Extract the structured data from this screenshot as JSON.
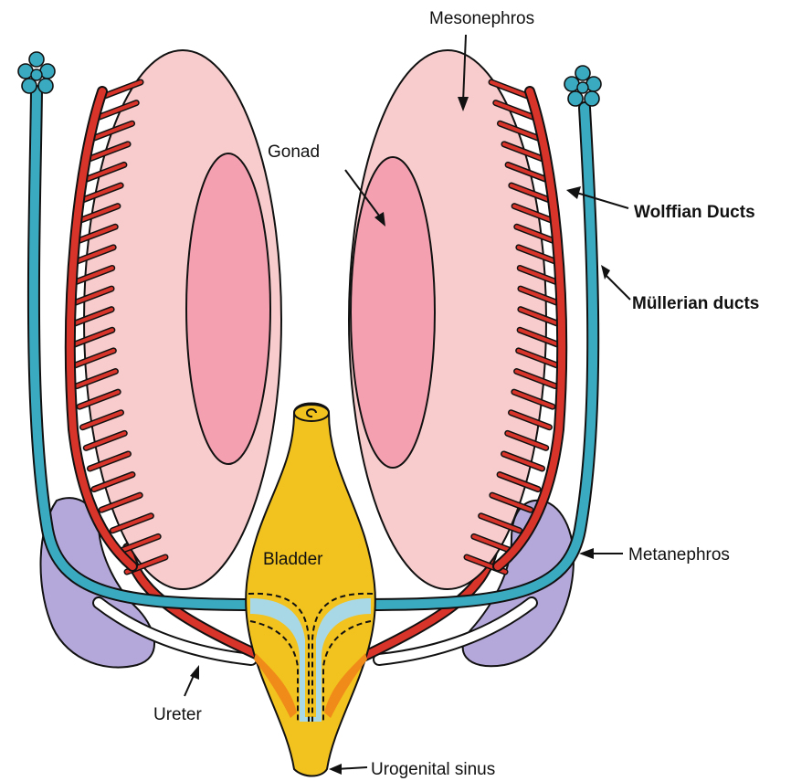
{
  "diagram": {
    "labels": {
      "mesonephros": "Mesonephros",
      "gonad": "Gonad",
      "wolffian": "Wolffian Ducts",
      "mullerian": "Müllerian ducts",
      "bladder": "Bladder",
      "metanephros": "Metanephros",
      "ureter": "Ureter",
      "urogenital_sinus": "Urogenital sinus"
    },
    "colors": {
      "mesonephros": "#f8cccc",
      "gonad": "#f4a0b0",
      "wolffian": "#d8342a",
      "mullerian": "#3aaac0",
      "metanephros": "#b4a8da",
      "bladder": "#f2c21e",
      "bladder_inner": "#a8d8e6",
      "orange": "#f08a18"
    }
  }
}
